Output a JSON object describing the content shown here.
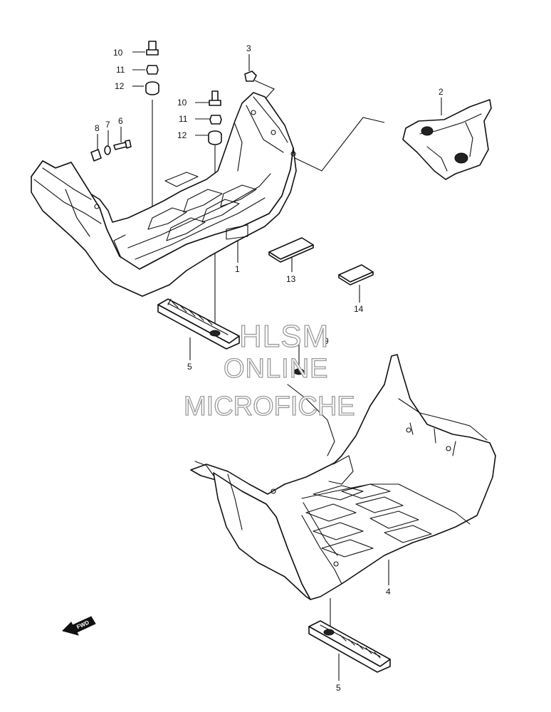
{
  "callouts": {
    "c1": "1",
    "c2": "2",
    "c3": "3",
    "c4": "4",
    "c5_upper": "5",
    "c5_lower": "5",
    "c6": "6",
    "c7": "7",
    "c8": "8",
    "c9": "9",
    "c10_a": "10",
    "c11_a": "11",
    "c12_a": "12",
    "c10_b": "10",
    "c11_b": "11",
    "c12_b": "12",
    "c13": "13",
    "c14": "14"
  },
  "watermark": {
    "line1": "HLSM",
    "line2": "ONLINE",
    "line3": "MICROFICHE"
  },
  "direction_marker": {
    "label": "FWD",
    "icon": "forward-arrow-icon"
  },
  "colors": {
    "line": "#111111",
    "watermark_outline": "#9a9a9a",
    "background": "#ffffff"
  }
}
